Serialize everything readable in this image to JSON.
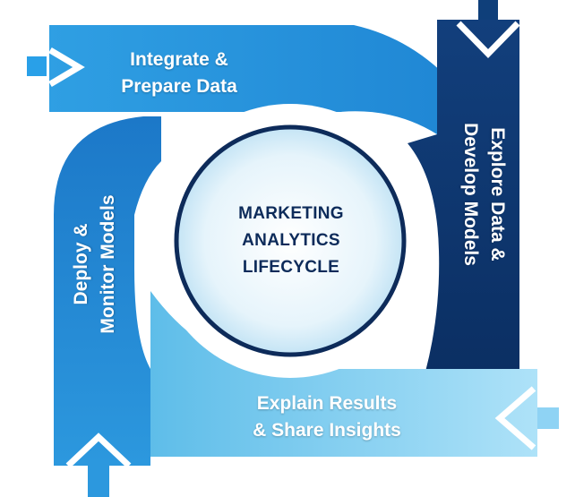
{
  "stages": [
    {
      "id": "integrate",
      "lines": [
        "Integrate &",
        "Prepare Data"
      ],
      "color": "#2a9be0"
    },
    {
      "id": "explore",
      "lines": [
        "Explore Data &",
        "Develop Models"
      ],
      "color": "#0f3f7a"
    },
    {
      "id": "explain",
      "lines": [
        "Explain Results",
        "& Share Insights"
      ],
      "color": "#8fd3f4"
    },
    {
      "id": "deploy",
      "lines": [
        "Deploy &",
        "Monitor Models"
      ],
      "color": "#1e7fcf"
    }
  ],
  "center": {
    "lines": [
      "MARKETING",
      "ANALYTICS",
      "LIFECYCLE"
    ],
    "ring_color": "#0d2b5a"
  }
}
